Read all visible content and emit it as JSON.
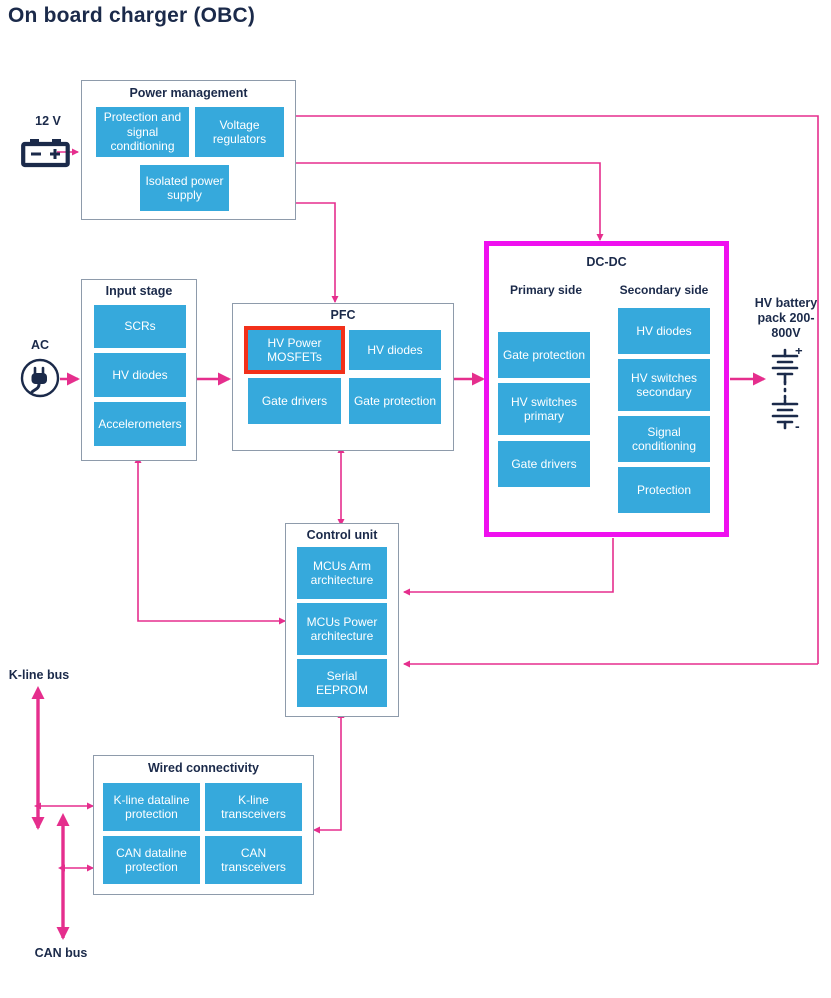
{
  "title": "On board charger (OBC)",
  "colors": {
    "block_blue": "#36a9dc",
    "group_border": "#8e9bab",
    "dcdc_border": "#ef10ef",
    "wire_pink": "#e52e8d",
    "highlight_red": "#f2301a",
    "text_dark": "#1b2a4a"
  },
  "groups": {
    "power_management": {
      "title": "Power management",
      "blocks": [
        {
          "label": "Protection and signal conditioning"
        },
        {
          "label": "Voltage regulators"
        },
        {
          "label": "Isolated power supply"
        }
      ]
    },
    "input_stage": {
      "title": "Input stage",
      "blocks": [
        {
          "label": "SCRs"
        },
        {
          "label": "HV diodes"
        },
        {
          "label": "Accelerometers"
        }
      ]
    },
    "pfc": {
      "title": "PFC",
      "blocks": [
        {
          "label": "HV Power MOSFETs",
          "highlighted": true
        },
        {
          "label": "HV diodes",
          "highlighted": false
        },
        {
          "label": "Gate drivers",
          "highlighted": false
        },
        {
          "label": "Gate protection",
          "highlighted": false
        }
      ]
    },
    "dcdc": {
      "title": "DC-DC",
      "primary_heading": "Primary side",
      "secondary_heading": "Secondary side",
      "primary_blocks": [
        {
          "label": "Gate protection"
        },
        {
          "label": "HV switches primary"
        },
        {
          "label": "Gate drivers"
        }
      ],
      "secondary_blocks": [
        {
          "label": "HV diodes"
        },
        {
          "label": "HV switches secondary"
        },
        {
          "label": "Signal conditioning"
        },
        {
          "label": "Protection"
        }
      ]
    },
    "control_unit": {
      "title": "Control unit",
      "blocks": [
        {
          "label": "MCUs Arm architecture"
        },
        {
          "label": "MCUs Power architecture"
        },
        {
          "label": "Serial EEPROM"
        }
      ]
    },
    "wired_connectivity": {
      "title": "Wired connectivity",
      "blocks": [
        {
          "label": "K-line dataline protection"
        },
        {
          "label": "K-line transceivers"
        },
        {
          "label": "CAN dataline protection"
        },
        {
          "label": "CAN transceivers"
        }
      ]
    }
  },
  "external_labels": {
    "dc_supply": "12 V",
    "ac_supply": "AC",
    "hv_battery": "HV battery pack 200-800V",
    "kline_bus": "K-line bus",
    "can_bus": "CAN bus"
  },
  "icons": {
    "battery_12v": "car-battery-icon",
    "ac_plug": "ac-plug-icon",
    "hv_battery_cells": "battery-cells-icon"
  },
  "battery_terminals": {
    "plus": "+",
    "minus": "−",
    "hv_plus": "+",
    "hv_minus": "-"
  }
}
